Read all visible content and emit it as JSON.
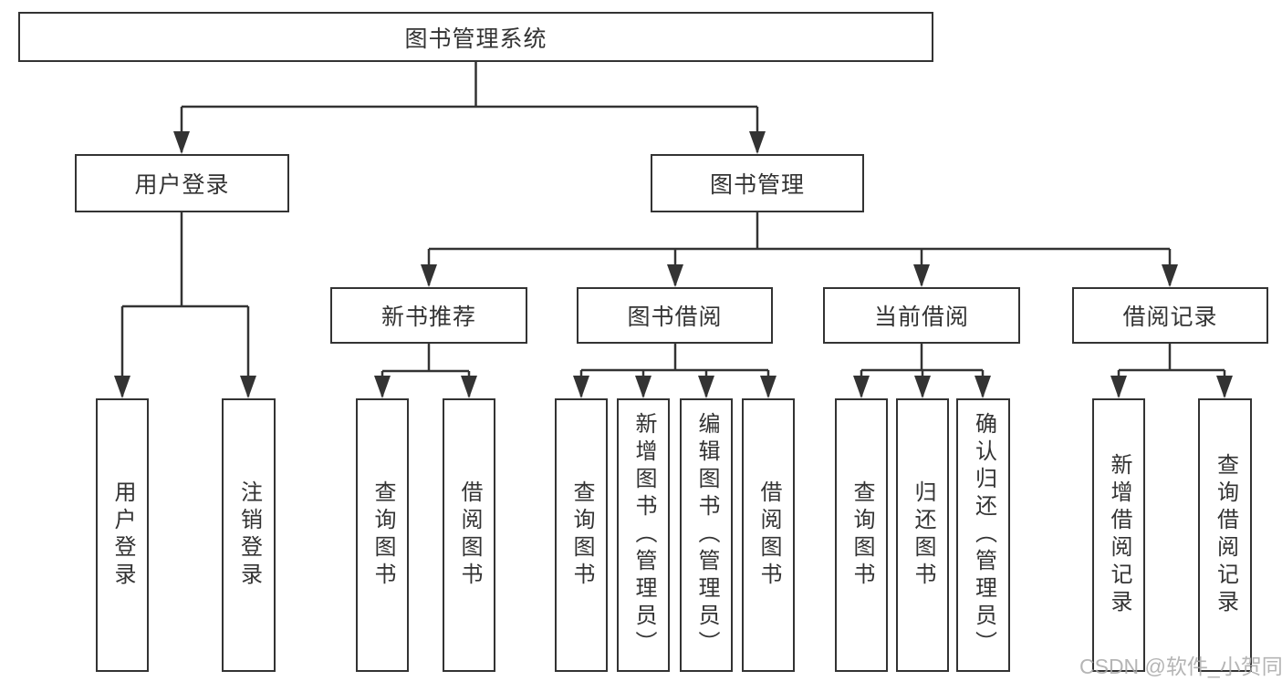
{
  "diagram": {
    "root": {
      "label": "图书管理系统"
    },
    "login": {
      "label": "用户登录",
      "children": [
        {
          "label": "用户登录"
        },
        {
          "label": "注销登录"
        }
      ]
    },
    "management": {
      "label": "图书管理",
      "sections": [
        {
          "label": "新书推荐",
          "children": [
            {
              "label": "查询图书"
            },
            {
              "label": "借阅图书"
            }
          ]
        },
        {
          "label": "图书借阅",
          "children": [
            {
              "label": "查询图书"
            },
            {
              "label": "新增图书（管理员）"
            },
            {
              "label": "编辑图书（管理员）"
            },
            {
              "label": "借阅图书"
            }
          ]
        },
        {
          "label": "当前借阅",
          "children": [
            {
              "label": "查询图书"
            },
            {
              "label": "归还图书"
            },
            {
              "label": "确认归还（管理员）"
            }
          ]
        },
        {
          "label": "借阅记录",
          "children": [
            {
              "label": "新增借阅记录"
            },
            {
              "label": "查询借阅记录"
            }
          ]
        }
      ]
    }
  },
  "watermark": {
    "text": "CSDN @软件_小贺同学"
  },
  "colors": {
    "line": "#333333",
    "text": "#333333",
    "background": "#ffffff",
    "watermark": "#a8a8a8"
  }
}
